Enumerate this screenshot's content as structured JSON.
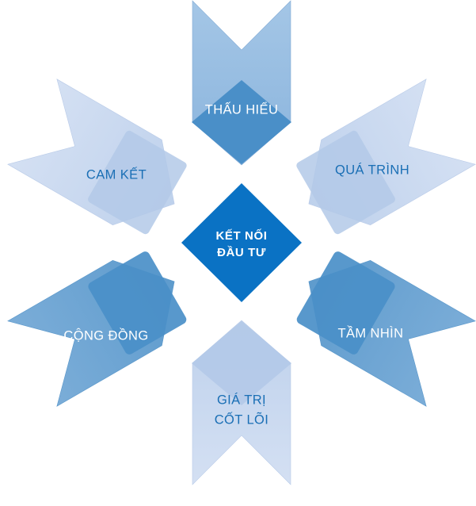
{
  "diagram": {
    "title": "KẾT NỐI ĐẦU TƯ",
    "center": {
      "line1": "KẾT NỐI",
      "line2": "ĐẦU TƯ",
      "fill": "#0a72c4",
      "text_color": "#ffffff"
    },
    "colors": {
      "center_blue": "#0a72c4",
      "medium_blue": "#4a8fc8",
      "light_blue": "#93bbe0",
      "pale_blue": "#c5d5ee",
      "pale_blue_overlay": "#b3c9e8",
      "text_blue": "#1a6fb5",
      "text_white": "#ffffff",
      "background": "#ffffff"
    },
    "spokes": [
      {
        "id": "thau-hieu",
        "label": "THẤU HIỂU",
        "lines": [
          "THẤU HIỂU"
        ],
        "position": "top",
        "angle": 0,
        "ribbon_fill": "#93bbe0",
        "badge_fill": "#4a8fc8",
        "text_color": "#ffffff"
      },
      {
        "id": "qua-trinh",
        "label": "QUÁ TRÌNH",
        "lines": [
          "QUÁ TRÌNH"
        ],
        "position": "top-right",
        "angle": 60,
        "ribbon_fill": "#c5d5ee",
        "badge_fill": "#b3c9e8",
        "text_color": "#1a6fb5"
      },
      {
        "id": "tam-nhin",
        "label": "TẦM NHÌN",
        "lines": [
          "TẦM NHÌN"
        ],
        "position": "bottom-right",
        "angle": 120,
        "ribbon_fill": "#6fa5d4",
        "badge_fill": "#4a8fc8",
        "text_color": "#ffffff"
      },
      {
        "id": "gia-tri-cot-loi",
        "label": "GIÁ TRỊ CỐT LÕI",
        "lines": [
          "GIÁ TRỊ",
          "CỐT LÕI"
        ],
        "position": "bottom",
        "angle": 180,
        "ribbon_fill": "#c5d5ee",
        "badge_fill": "#b3c9e8",
        "text_color": "#1a6fb5"
      },
      {
        "id": "cong-dong",
        "label": "CỘNG ĐỒNG",
        "lines": [
          "CỘNG ĐỒNG"
        ],
        "position": "bottom-left",
        "angle": 240,
        "ribbon_fill": "#6fa5d4",
        "badge_fill": "#4a8fc8",
        "text_color": "#ffffff"
      },
      {
        "id": "cam-ket",
        "label": "CAM  KẾT",
        "lines": [
          "CAM  KẾT"
        ],
        "position": "top-left",
        "angle": 300,
        "ribbon_fill": "#c5d5ee",
        "badge_fill": "#b3c9e8",
        "text_color": "#1a6fb5"
      }
    ]
  }
}
